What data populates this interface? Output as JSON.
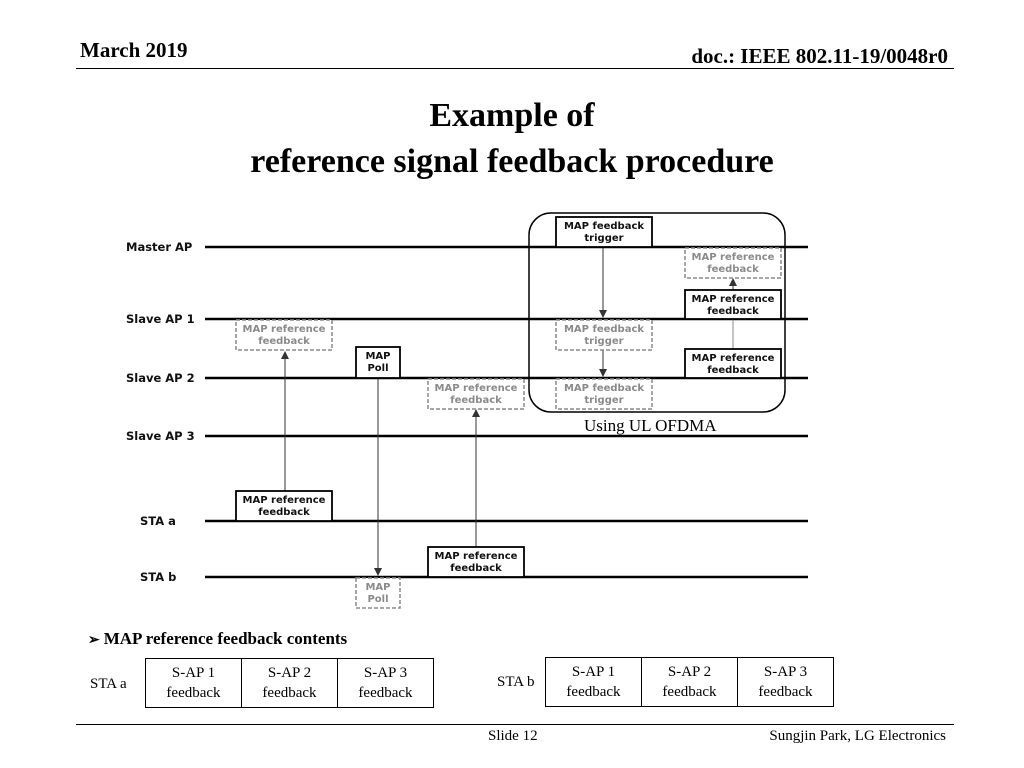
{
  "header": {
    "date": "March 2019",
    "doc": "doc.: IEEE 802.11-19/0048r0"
  },
  "title": {
    "line1": "Example of",
    "line2": "reference signal feedback procedure"
  },
  "diagram": {
    "lanes": [
      "Master AP",
      "Slave AP 1",
      "Slave AP 2",
      "Slave AP 3",
      "STA a",
      "STA b"
    ],
    "boxes": [
      {
        "id": "trigger-master",
        "line1": "MAP feedback",
        "line2": "trigger",
        "style": "solid"
      },
      {
        "id": "ref-dashed-master",
        "line1": "MAP reference",
        "line2": "feedback",
        "style": "dashed"
      },
      {
        "id": "ref-solid-master",
        "line1": "MAP reference",
        "line2": "feedback",
        "style": "solid"
      },
      {
        "id": "ref-dashed-sap1",
        "line1": "MAP reference",
        "line2": "feedback",
        "style": "dashed"
      },
      {
        "id": "trigger-dashed-sap1",
        "line1": "MAP feedback",
        "line2": "trigger",
        "style": "dashed"
      },
      {
        "id": "poll-sap2",
        "line1": "MAP",
        "line2": "Poll",
        "style": "solid"
      },
      {
        "id": "ref-solid-sap2",
        "line1": "MAP reference",
        "line2": "feedback",
        "style": "solid"
      },
      {
        "id": "ref-dashed-sap2",
        "line1": "MAP reference",
        "line2": "feedback",
        "style": "dashed"
      },
      {
        "id": "trigger-dashed-sap2",
        "line1": "MAP feedback",
        "line2": "trigger",
        "style": "dashed"
      },
      {
        "id": "ref-sta-a",
        "line1": "MAP reference",
        "line2": "feedback",
        "style": "solid"
      },
      {
        "id": "ref-sta-b",
        "line1": "MAP reference",
        "line2": "feedback",
        "style": "solid"
      },
      {
        "id": "poll-dashed-sta-b",
        "line1": "MAP",
        "line2": "Poll",
        "style": "dashed"
      }
    ],
    "ofdma_label": "Using UL OFDMA"
  },
  "contents": {
    "heading": "MAP reference feedback contents",
    "sta_a": {
      "label": "STA a",
      "cells": [
        {
          "line1": "S-AP 1",
          "line2": "feedback"
        },
        {
          "line1": "S-AP 2",
          "line2": "feedback"
        },
        {
          "line1": "S-AP 3",
          "line2": "feedback"
        }
      ]
    },
    "sta_b": {
      "label": "STA b",
      "cells": [
        {
          "line1": "S-AP 1",
          "line2": "feedback"
        },
        {
          "line1": "S-AP 2",
          "line2": "feedback"
        },
        {
          "line1": "S-AP 3",
          "line2": "feedback"
        }
      ]
    }
  },
  "footer": {
    "slide": "Slide 12",
    "author": "Sungjin Park, LG Electronics"
  }
}
